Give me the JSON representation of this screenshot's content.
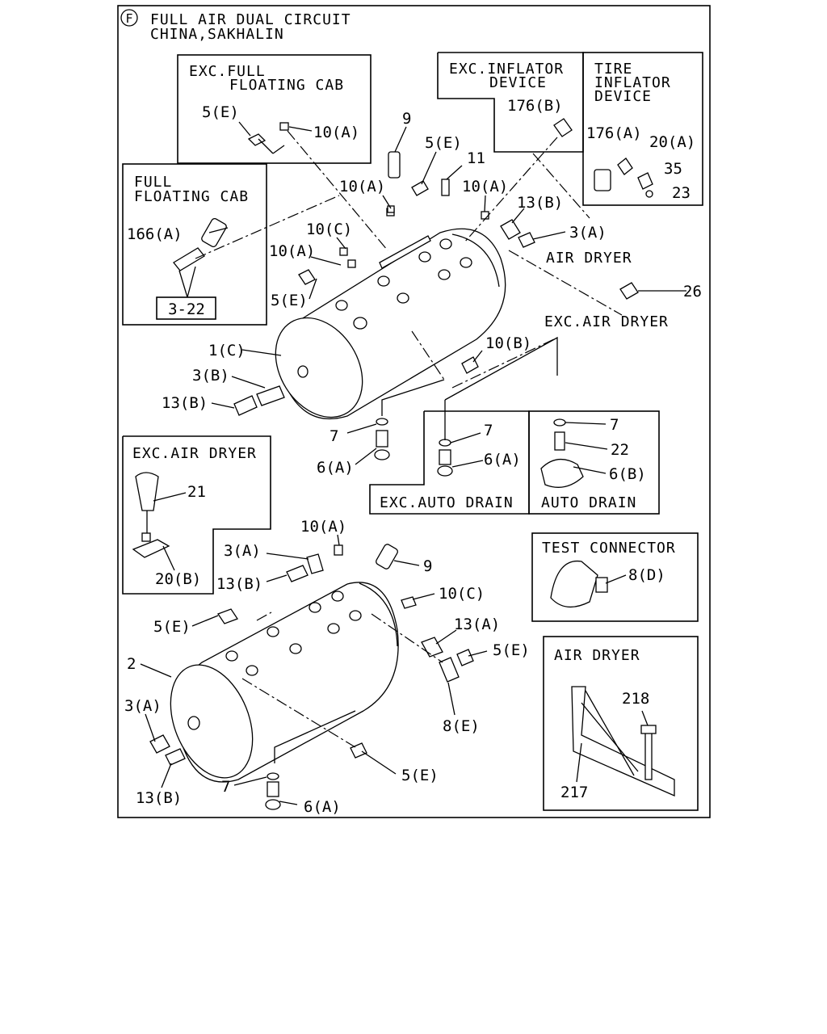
{
  "header": {
    "badge": "F",
    "line1": "FULL AIR DUAL CIRCUIT",
    "line2": "CHINA,SAKHALIN"
  },
  "boxes": {
    "exc_full_floating_cab": [
      "EXC.FULL",
      "FLOATING CAB"
    ],
    "full_floating_cab": [
      "FULL",
      "FLOATING CAB"
    ],
    "exc_inflator_device": [
      "EXC.INFLATOR",
      "DEVICE"
    ],
    "tire_inflator_device": [
      "TIRE",
      "INFLATOR",
      "DEVICE"
    ],
    "exc_air_dryer_box": "EXC.AIR DRYER",
    "exc_auto_drain": "EXC.AUTO DRAIN",
    "auto_drain": "AUTO DRAIN",
    "test_connector": "TEST CONNECTOR",
    "air_dryer_box": "AIR DRYER"
  },
  "ref_3_22": "3-22",
  "annotations": {
    "air_dryer": "AIR DRYER",
    "exc_air_dryer": "EXC.AIR DRYER"
  },
  "labels": {
    "l_5e_a": "5(E)",
    "l_10a_a": "10(A)",
    "l_9_a": "9",
    "l_5e_b": "5(E)",
    "l_11": "11",
    "l_176b": "176(B)",
    "l_176a": "176(A)",
    "l_20a": "20(A)",
    "l_35": "35",
    "l_23": "23",
    "l_10a_b": "10(A)",
    "l_10a_c": "10(A)",
    "l_13b_a": "13(B)",
    "l_3a_a": "3(A)",
    "l_166a": "166(A)",
    "l_10c_a": "10(C)",
    "l_10a_d": "10(A)",
    "l_5e_c": "5(E)",
    "l_26": "26",
    "l_1c": "1(C)",
    "l_3b": "3(B)",
    "l_13b_b": "13(B)",
    "l_10b": "10(B)",
    "l_7_a": "7",
    "l_6a_a": "6(A)",
    "l_7_b": "7",
    "l_6a_b": "6(A)",
    "l_7_c": "7",
    "l_22": "22",
    "l_6b": "6(B)",
    "l_21": "21",
    "l_20b": "20(B)",
    "l_10a_e": "10(A)",
    "l_3a_b": "3(A)",
    "l_13b_c": "13(B)",
    "l_9_b": "9",
    "l_10c_b": "10(C)",
    "l_8d": "8(D)",
    "l_5e_d": "5(E)",
    "l_13a": "13(A)",
    "l_5e_e": "5(E)",
    "l_2": "2",
    "l_3a_c": "3(A)",
    "l_8e": "8(E)",
    "l_218": "218",
    "l_5e_f": "5(E)",
    "l_13b_d": "13(B)",
    "l_7_d": "7",
    "l_6a_c": "6(A)",
    "l_217": "217"
  }
}
